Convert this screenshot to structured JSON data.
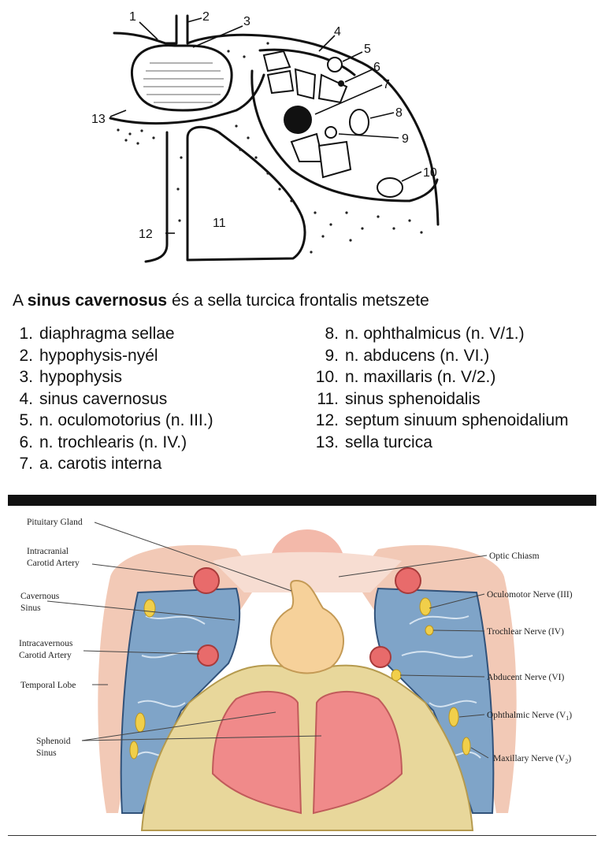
{
  "top_figure": {
    "callouts": [
      "1",
      "2",
      "3",
      "4",
      "5",
      "6",
      "7",
      "8",
      "9",
      "10",
      "11",
      "12",
      "13"
    ]
  },
  "caption": {
    "prefix": "A ",
    "bold": "sinus cavernosus",
    "suffix": " és a sella turcica frontalis metszete"
  },
  "legend": {
    "left": [
      {
        "num": "1.",
        "text": "diaphragma sellae"
      },
      {
        "num": "2.",
        "text": "hypophysis-nyél"
      },
      {
        "num": "3.",
        "text": "hypophysis"
      },
      {
        "num": "4.",
        "text": "sinus cavernosus"
      },
      {
        "num": "5.",
        "text": "n. oculomotorius (n. III.)"
      },
      {
        "num": "6.",
        "text": "n. trochlearis (n. IV.)"
      },
      {
        "num": "7.",
        "text": "a. carotis interna"
      }
    ],
    "right": [
      {
        "num": "8.",
        "text": "n. ophthalmicus (n. V/1.)"
      },
      {
        "num": "9.",
        "text": "n. abducens (n. VI.)"
      },
      {
        "num": "10.",
        "text": "n. maxillaris (n. V/2.)"
      },
      {
        "num": "11.",
        "text": "sinus sphenoidalis"
      },
      {
        "num": "12.",
        "text": "septum sinuum sphenoidalium"
      },
      {
        "num": "13.",
        "text": "sella turcica"
      }
    ]
  },
  "bottom_figure": {
    "labels_left": {
      "pituitary": "Pituitary Gland",
      "intracranial_1": "Intracranial",
      "intracranial_2": "Carotid Artery",
      "cavernous_1": "Cavernous",
      "cavernous_2": "Sinus",
      "intracav_1": "Intracavernous",
      "intracav_2": "Carotid Artery",
      "temporal": "Temporal Lobe",
      "sphenoid_1": "Sphenoid",
      "sphenoid_2": "Sinus"
    },
    "labels_right": {
      "optic": "Optic Chiasm",
      "oculomotor": "Oculomotor Nerve (III)",
      "trochlear": "Trochlear Nerve (IV)",
      "abducent": "Abducent Nerve (VI)",
      "ophthalmic": "Ophthalmic Nerve (V",
      "ophthalmic_sub": "1",
      "maxillary": "Maxillary Nerve (V",
      "maxillary_sub": "2"
    }
  }
}
